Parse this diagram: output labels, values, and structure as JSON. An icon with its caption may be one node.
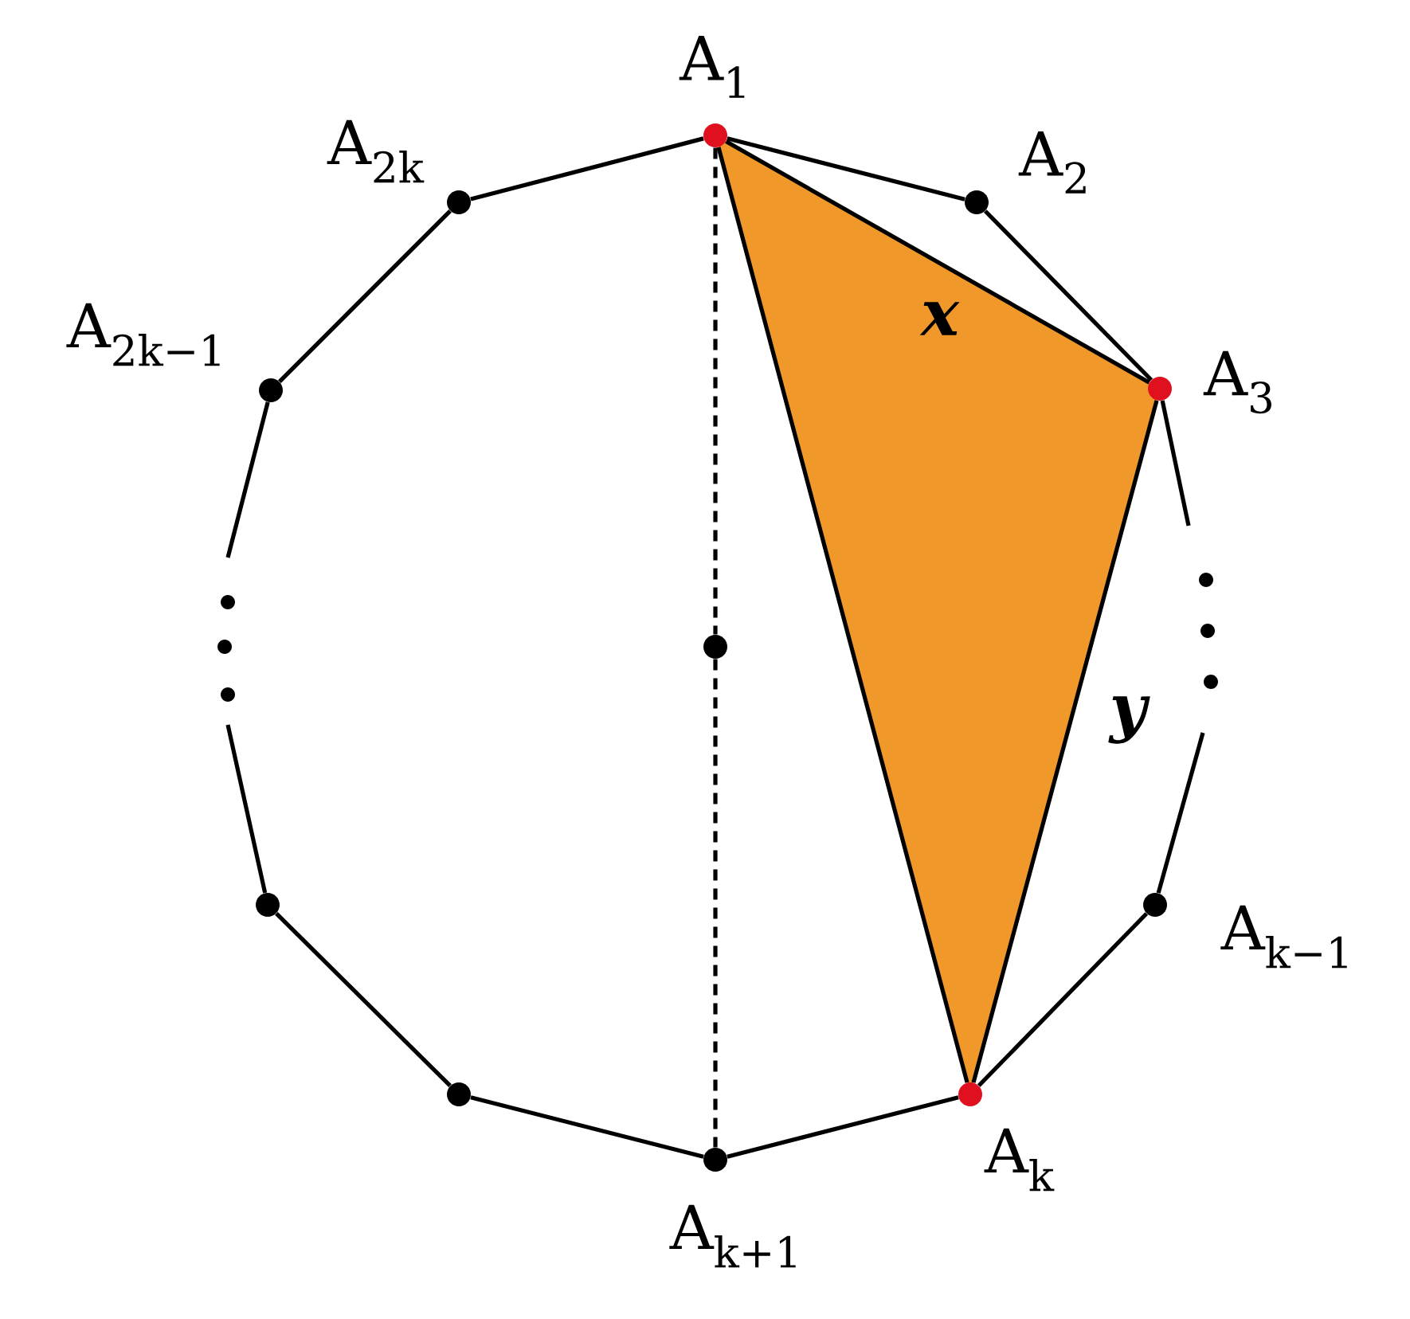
{
  "diagram": {
    "nodes": [
      {
        "text": [
          "A$_{1}$"
        ]
      },
      {
        "text": [
          "A$_{2k}$"
        ]
      },
      {
        "text": [
          "A$_{2}$"
        ]
      },
      {
        "text": [
          "A$_{2k−1}$"
        ]
      },
      {
        "text": [
          "A$_{3}$"
        ]
      },
      {
        "text": [],
        "shape": "circle"
      },
      {
        "text": [],
        "shape": "circle"
      },
      {
        "text": [
          "A$_{k−1}$"
        ]
      },
      {
        "text": [],
        "shape": "circle"
      },
      {
        "text": [
          "A$_{k}$"
        ]
      },
      {
        "text": [
          "A$_{k+1}$"
        ]
      }
    ],
    "edges": [
      {
        "from": 0,
        "to": 2,
        "arrow": "none"
      },
      {
        "from": 2,
        "to": 4,
        "arrow": "none"
      },
      {
        "from": 4,
        "to": null,
        "arrow": "none"
      },
      {
        "from": null,
        "to": 7,
        "arrow": "none"
      },
      {
        "from": 7,
        "to": 9,
        "arrow": "none"
      },
      {
        "from": 9,
        "to": 10,
        "arrow": "none"
      },
      {
        "from": 10,
        "to": 8,
        "arrow": "none"
      },
      {
        "from": 8,
        "to": 6,
        "arrow": "none"
      },
      {
        "from": 6,
        "to": null,
        "arrow": "none"
      },
      {
        "from": null,
        "to": 3,
        "arrow": "none"
      },
      {
        "from": 3,
        "to": 1,
        "arrow": "none"
      },
      {
        "from": 1,
        "to": 0,
        "arrow": "none"
      },
      {
        "from": 0,
        "to": 5,
        "arrow": "none",
        "style": "dashed"
      },
      {
        "from": 5,
        "to": 10,
        "arrow": "none",
        "style": "dashed"
      },
      {
        "from": 0,
        "to": 4,
        "arrow": "none",
        "label": "x"
      },
      {
        "from": 4,
        "to": 9,
        "arrow": "none",
        "label": "y"
      },
      {
        "from": 0,
        "to": 9,
        "arrow": "none"
      }
    ]
  }
}
